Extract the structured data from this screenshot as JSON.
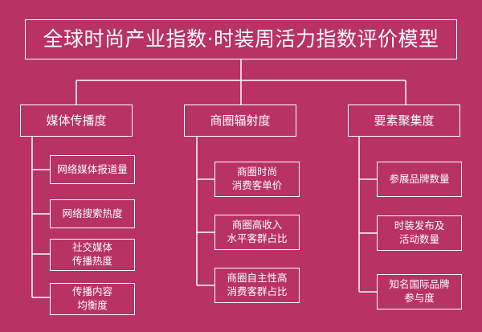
{
  "title": "全球时尚产业指数·时装周活力指数评价模型",
  "categories": [
    {
      "label": "媒体传播度",
      "items": [
        "网络媒体报道量",
        "网络搜索热度",
        "社交媒体\n传播热度",
        "传播内容\n均衡度"
      ]
    },
    {
      "label": "商圈辐射度",
      "items": [
        "商圈时尚\n消费客单价",
        "商圈高收入\n水平客群占比",
        "商圈自主性高\n消费客群占比"
      ]
    },
    {
      "label": "要素聚集度",
      "items": [
        "参展品牌数量",
        "时装发布及\n活动数量",
        "知名国际品牌\n参与度"
      ]
    }
  ]
}
